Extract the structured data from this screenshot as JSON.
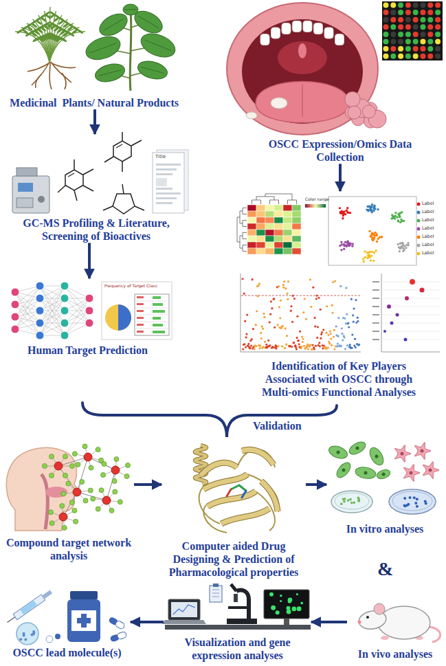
{
  "diagram": {
    "nodes": [
      {
        "text": [
          "Medicinal  Plants/ Natural Products"
        ]
      },
      {
        "text": [
          "OSCC Expression/Omics Data Collection"
        ]
      },
      {
        "text": [
          "GC-MS Profiling & Literature,  Screening of Bioactives"
        ]
      },
      {
        "text": [
          "Human Target Prediction"
        ]
      },
      {
        "text": [
          "Identification of Key Players Associated with OSCC through Multi-omics Functional Analyses"
        ]
      },
      {
        "text": [
          "Compound target network analysis"
        ]
      },
      {
        "text": [
          "Computer aided Drug Designing & Prediction of Pharmacological properties"
        ]
      },
      {
        "text": [
          "In vitro analyses"
        ]
      },
      {
        "text": [
          "In vivo analyses"
        ]
      },
      {
        "text": [
          "Visualization and gene expression analyses"
        ]
      },
      {
        "text": [
          "OSCC lead molecule(s)"
        ]
      }
    ],
    "edges": [
      {
        "from": 0,
        "to": 2,
        "arrow": "to"
      },
      {
        "from": 2,
        "to": 3,
        "arrow": "to"
      },
      {
        "from": 1,
        "to": 4,
        "arrow": "to"
      },
      {
        "from": 5,
        "to": 6,
        "arrow": "to"
      },
      {
        "from": 6,
        "to": 7,
        "arrow": "to"
      },
      {
        "from": 8,
        "to": 9,
        "arrow": "to"
      },
      {
        "from": 9,
        "to": 10,
        "arrow": "to"
      }
    ],
    "labels": [
      "Validation",
      "&",
      "Title",
      "Frequency of Target Class",
      "Color range",
      "Label",
      "Label",
      "Label",
      "Label",
      "Label",
      "Label",
      "Label"
    ]
  }
}
